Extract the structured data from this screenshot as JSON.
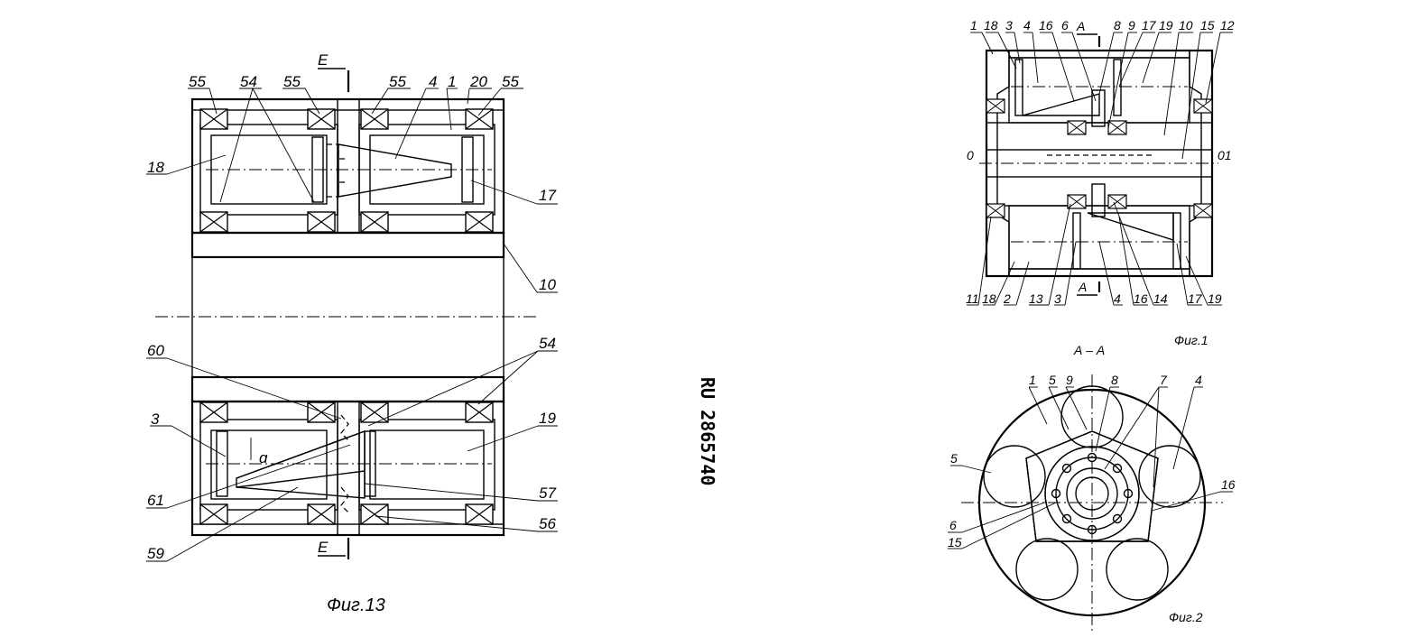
{
  "figure13": {
    "caption": "Фиг.13",
    "section_mark": "Е",
    "labels": [
      "55",
      "54",
      "55",
      "55",
      "4",
      "1",
      "20",
      "55",
      "18",
      "17",
      "10",
      "60",
      "54",
      "3",
      "19",
      "61",
      "57",
      "59",
      "56"
    ]
  },
  "patent_number": "RU 2865740",
  "figure1": {
    "caption": "Фиг.1",
    "section_mark": "А",
    "axis_left": "0",
    "axis_right": "01",
    "labels_top": [
      "1",
      "18",
      "3",
      "4",
      "16",
      "6",
      "8",
      "9",
      "17",
      "19",
      "10",
      "15",
      "12"
    ],
    "labels_bottom": [
      "11",
      "18",
      "2",
      "13",
      "3",
      "4",
      "16",
      "14",
      "17",
      "19"
    ]
  },
  "figure2": {
    "caption": "Фиг.2",
    "section_title": "А – А",
    "labels": [
      "1",
      "5",
      "9",
      "8",
      "7",
      "4",
      "5",
      "16",
      "6",
      "15"
    ]
  }
}
